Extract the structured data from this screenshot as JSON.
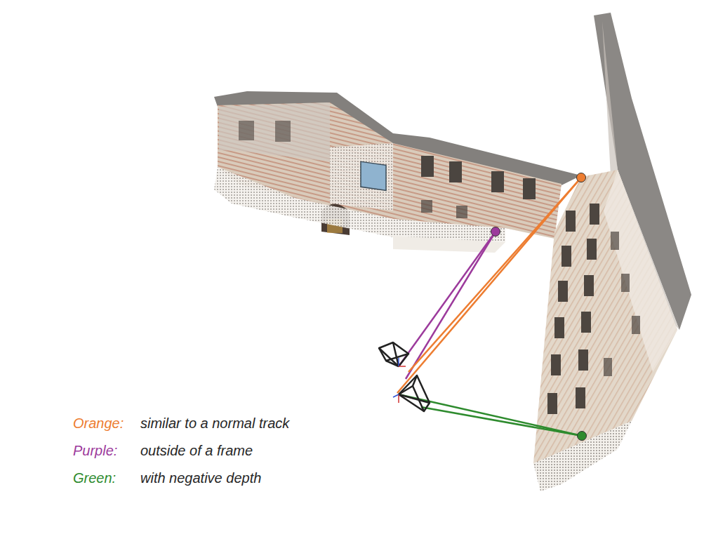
{
  "diagram": {
    "labels": [
      "Orange:",
      "Purple:",
      "Green:"
    ],
    "legend": [
      {
        "text": "similar to a normal track",
        "color": "#ED7D31"
      },
      {
        "text": "outside of a frame",
        "color": "#9C3A9C"
      },
      {
        "text": "with negative depth",
        "color": "#2E8B2E"
      }
    ]
  }
}
